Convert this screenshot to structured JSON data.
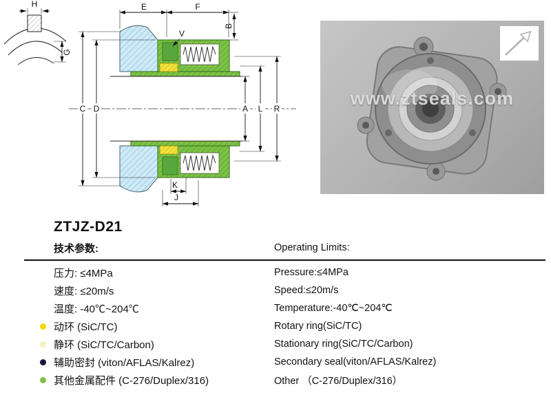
{
  "page": {
    "title": "ZTJZ-D21"
  },
  "drawing": {
    "labels": {
      "H": "H",
      "G": "G",
      "E": "E",
      "F": "F",
      "B": "B",
      "V": "V",
      "C": "C",
      "D": "D",
      "A": "A",
      "L": "L",
      "R": "R",
      "K": "K",
      "J": "J"
    },
    "colors": {
      "gland_blue": "#cfeaf7",
      "seal_green": "#7cc243",
      "part_yellow": "#f2e23c"
    }
  },
  "photo": {
    "watermark": "www.ztseals.com"
  },
  "specs": {
    "header": {
      "cn": "技术参数:",
      "en": "Operating Limits:"
    },
    "rows": [
      {
        "cn": "压力: ≤4MPa",
        "en": "Pressure:≤4MPa",
        "bullet": null
      },
      {
        "cn": "速度: ≤20m/s",
        "en": "Speed:≤20m/s",
        "bullet": null
      },
      {
        "cn": "温度: -40℃~204℃",
        "en": "Temperature:-40℃~204℃",
        "bullet": null
      },
      {
        "cn": "动环 (SiC/TC)",
        "en": "Rotary ring(SiC/TC)",
        "bullet": "#f0dc00"
      },
      {
        "cn": "静环 (SiC/TC/Carbon)",
        "en": "Stationary ring(SiC/TC/Carbon)",
        "bullet": "#f6f1bd"
      },
      {
        "cn": "辅助密封 (viton/AFLAS/Kalrez)",
        "en": "Secondary seal(viton/AFLAS/Kalrez)",
        "bullet": "#14143c"
      },
      {
        "cn": "其他金属配件 (C-276/Duplex/316)",
        "en": "Other （C-276/Duplex/316）",
        "bullet": "#7cc243"
      }
    ]
  }
}
